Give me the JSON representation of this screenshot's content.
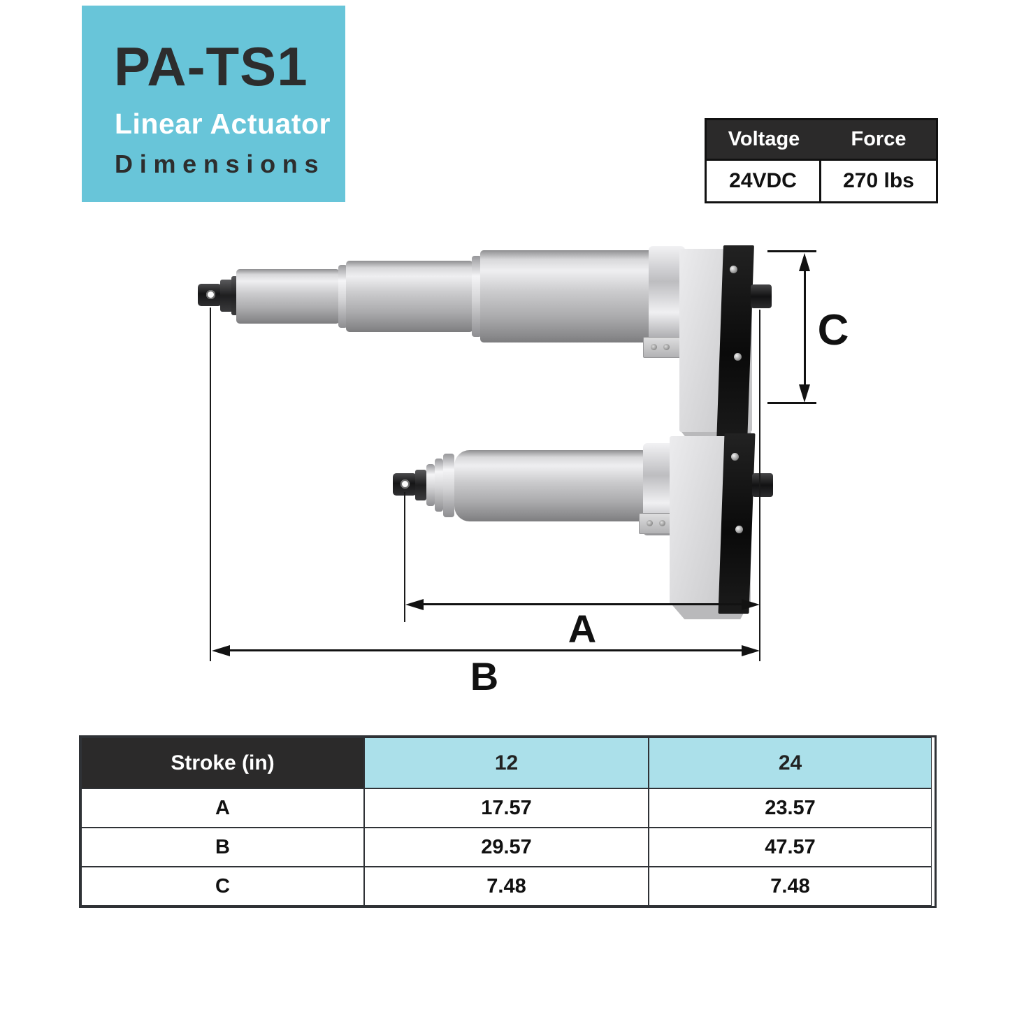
{
  "header": {
    "model": "PA-TS1",
    "product": "Linear Actuator",
    "label": "Dimensions"
  },
  "spec_table": {
    "voltage_header": "Voltage",
    "force_header": "Force",
    "voltage_value": "24VDC",
    "force_value": "270 lbs"
  },
  "diagram": {
    "label_a": "A",
    "label_b": "B",
    "label_c": "C"
  },
  "dim_table": {
    "headers": [
      "Stroke (in)",
      "12",
      "24"
    ],
    "rows": [
      {
        "label": "A",
        "v12": "17.57",
        "v24": "23.57"
      },
      {
        "label": "B",
        "v12": "29.57",
        "v24": "47.57"
      },
      {
        "label": "C",
        "v12": "7.48",
        "v24": "7.48"
      }
    ]
  },
  "colors": {
    "teal": "#68c5d9",
    "table_header_blue": "#abe0ea",
    "dark": "#2b2a2a"
  }
}
